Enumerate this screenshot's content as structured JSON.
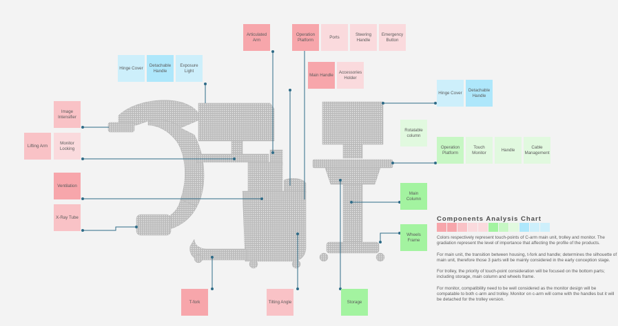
{
  "colors": {
    "c1": "#f7a6ab",
    "c2": "#f9c2c6",
    "c3": "#fadadd",
    "m1": "#a3f3a0",
    "m2": "#c7f7c4",
    "m3": "#e1f9df",
    "t1": "#aee7fb",
    "t2": "#cdeffb",
    "line": "#2e6b87"
  },
  "labels": {
    "articulated_arm": "Articulated Arm",
    "operation_platform_c": "Operation Platform",
    "ports": "Ports",
    "steering_handle": "Steering Handle",
    "emergency_button": "Emergency Button",
    "hinge_cover_c": "Hinge Cover",
    "detachable_handle_c": "Detachable Handle",
    "exposure_light": "Exposure Light",
    "main_handle": "Main Handle",
    "accessories_holder": "Accessories Holder",
    "image_intensifier": "Image Intensifier",
    "lifting_arm": "Lifting Arm",
    "monitor_locking": "Monitor Locking",
    "ventilation": "Ventilation",
    "xray_tube": "X-Ray Tube",
    "t_fork": "T-fork",
    "tilting_angle": "Tilting Angle",
    "storage": "Storage",
    "hinge_cover_m": "Hinge Cover",
    "detachable_handle_m": "Detachable Handle",
    "rotatable_column": "Rotatable column",
    "operation_platform_m": "Operation Platform",
    "touch_monitor": "Touch Monitor",
    "handle": "Handle",
    "cable_management": "Cable Management",
    "main_column": "Main Column",
    "wheels_frame": "Wheels Frame"
  },
  "legend": {
    "title": "Components Analysis Chart",
    "p1": "Colors respectively represent touch-points of C-arm main unit, trolley and monitor. The gradiation represent the level of importance that affecting the profile of the products.",
    "p2": "For main unit, the transition between housing, t-fork and handle; determines the silhouette of main unit, therefore those 3 parts will be mainly considered in the early conception stage.",
    "p3": "For trolley, the priority of touch-point consideration will be focused on the bottom parts; including storage, main column and wheels frame.",
    "p4": "For monitor, compatibility need to be well considered as the monitor design will be compatable to both c-arm and trolley. Monitor on c-arm will come with the handles but it will be detached for the trolley version."
  }
}
